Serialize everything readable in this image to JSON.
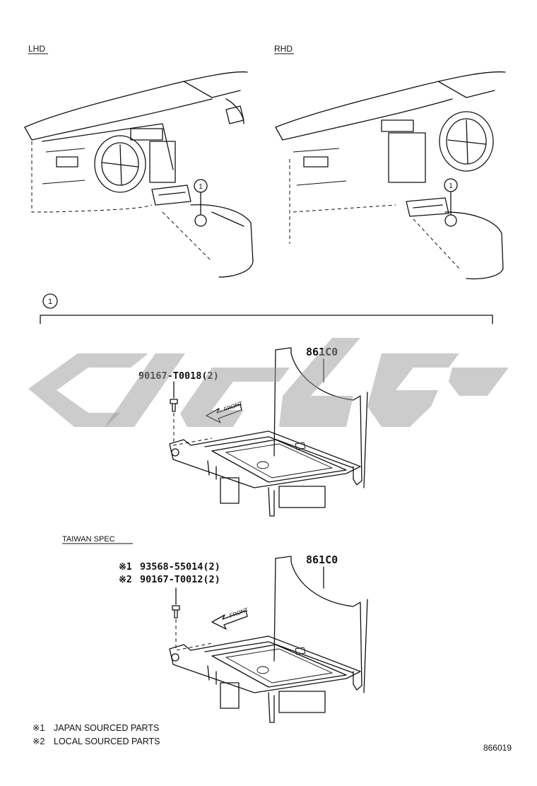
{
  "views": {
    "lhd_label": "LHD",
    "rhd_label": "RHD"
  },
  "callout": {
    "number": "1"
  },
  "assembly_main": {
    "part_number": "861C0",
    "fastener": "90167-T0018(2)",
    "front_label": "FRONT"
  },
  "taiwan_spec": {
    "heading": "TAIWAN SPEC",
    "part_number": "861C0",
    "fastener_1_mark": "※1",
    "fastener_1": "93568-55014(2)",
    "fastener_2_mark": "※2",
    "fastener_2": "90167-T0012(2)",
    "front_label": "FRONT"
  },
  "notes": [
    {
      "mark": "※1",
      "text": "JAPAN SOURCED PARTS"
    },
    {
      "mark": "※2",
      "text": "LOCAL SOURCED PARTS"
    }
  ],
  "figure_code": "866019",
  "icons": {
    "watermark": "brand-watermark-icon",
    "callout": "circled-number-icon",
    "arrow": "front-arrow-icon"
  },
  "colors": {
    "line": "#111111",
    "watermark": "#9a9a9a",
    "background": "#ffffff"
  }
}
